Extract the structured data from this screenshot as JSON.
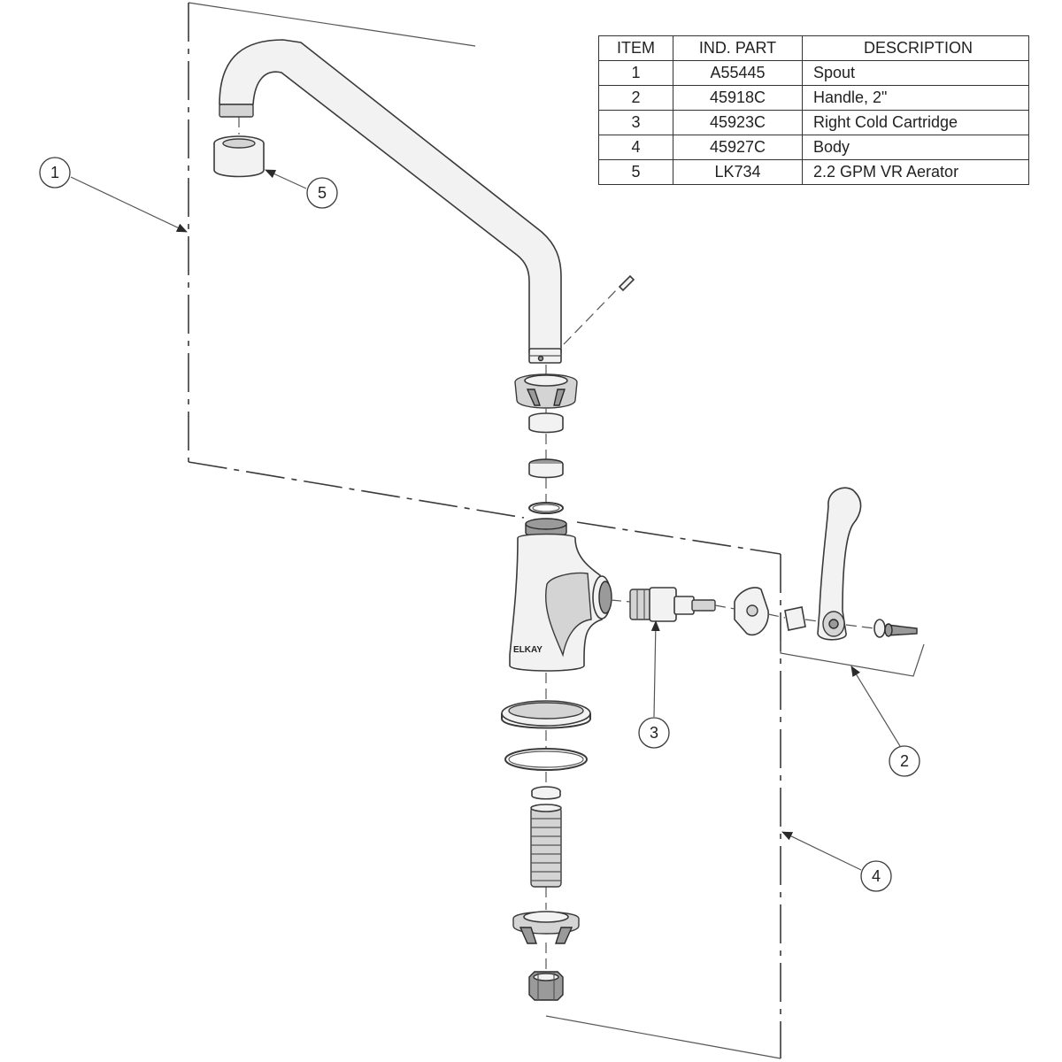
{
  "table": {
    "headers": {
      "item": "ITEM",
      "part": "IND. PART",
      "description": "DESCRIPTION"
    },
    "rows": [
      {
        "item": "1",
        "part": "A55445",
        "description": "Spout"
      },
      {
        "item": "2",
        "part": "45918C",
        "description": "Handle, 2\""
      },
      {
        "item": "3",
        "part": "45923C",
        "description": "Right Cold Cartridge"
      },
      {
        "item": "4",
        "part": "45927C",
        "description": "Body"
      },
      {
        "item": "5",
        "part": "LK734",
        "description": "2.2 GPM VR Aerator"
      }
    ]
  },
  "callouts": {
    "c1": "1",
    "c2": "2",
    "c3": "3",
    "c4": "4",
    "c5": "5"
  },
  "body_brand": "ELKAY"
}
